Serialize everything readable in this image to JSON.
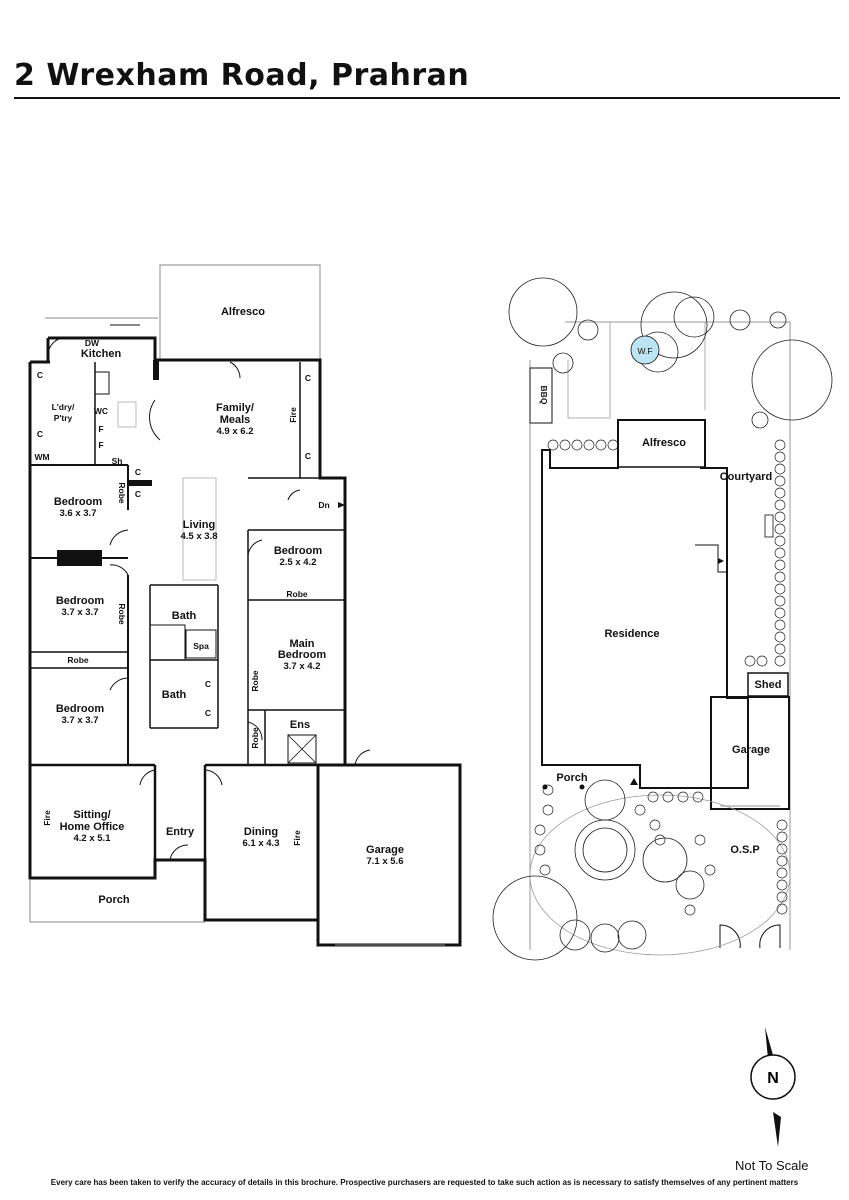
{
  "header": {
    "title": "2 Wrexham Road, Prahran"
  },
  "floor_plan": {
    "rooms": {
      "alfresco": "Alfresco",
      "dw": "DW",
      "kitchen": "Kitchen",
      "family_meals": "Family/",
      "family_meals_2": "Meals",
      "family_dim": "4.9 x 6.2",
      "laundry": "L'dry/",
      "laundry_2": "P'try",
      "wc": "WC",
      "wm": "WM",
      "sh": "Sh",
      "fire": "Fire",
      "bed1": "Bedroom",
      "bed1_dim": "3.6 x 3.7",
      "robe": "Robe",
      "living": "Living",
      "living_dim": "4.5 x 3.8",
      "dn": "Dn",
      "bed4": "Bedroom",
      "bed4_dim": "2.5 x 4.2",
      "bed2": "Bedroom",
      "bed2_dim": "3.7 x 3.7",
      "bath": "Bath",
      "spa": "Spa",
      "main_bed": "Main",
      "main_bed_2": "Bedroom",
      "main_bed_dim": "3.7 x 4.2",
      "bed3": "Bedroom",
      "bed3_dim": "3.7 x 3.7",
      "ens": "Ens",
      "sitting": "Sitting/",
      "sitting_2": "Home Office",
      "sitting_dim": "4.2 x 5.1",
      "entry": "Entry",
      "dining": "Dining",
      "dining_dim": "6.1 x 4.3",
      "garage": "Garage",
      "garage_dim": "7.1 x 5.6",
      "porch": "Porch",
      "c": "C",
      "f": "F"
    }
  },
  "site_plan": {
    "labels": {
      "wf": "W.F",
      "bbq": "BBQ",
      "alfresco": "Alfresco",
      "courtyard": "Courtyard",
      "residence": "Residence",
      "shed": "Shed",
      "garage": "Garage",
      "porch": "Porch",
      "osp": "O.S.P"
    }
  },
  "compass": {
    "north": "N"
  },
  "footer": {
    "not_to_scale": "Not To Scale",
    "disclaimer": "Every care has been taken to verify the accuracy of details in this brochure. Prospective purchasers are requested to take such action as is necessary to satisfy themselves of any pertinent matters"
  }
}
